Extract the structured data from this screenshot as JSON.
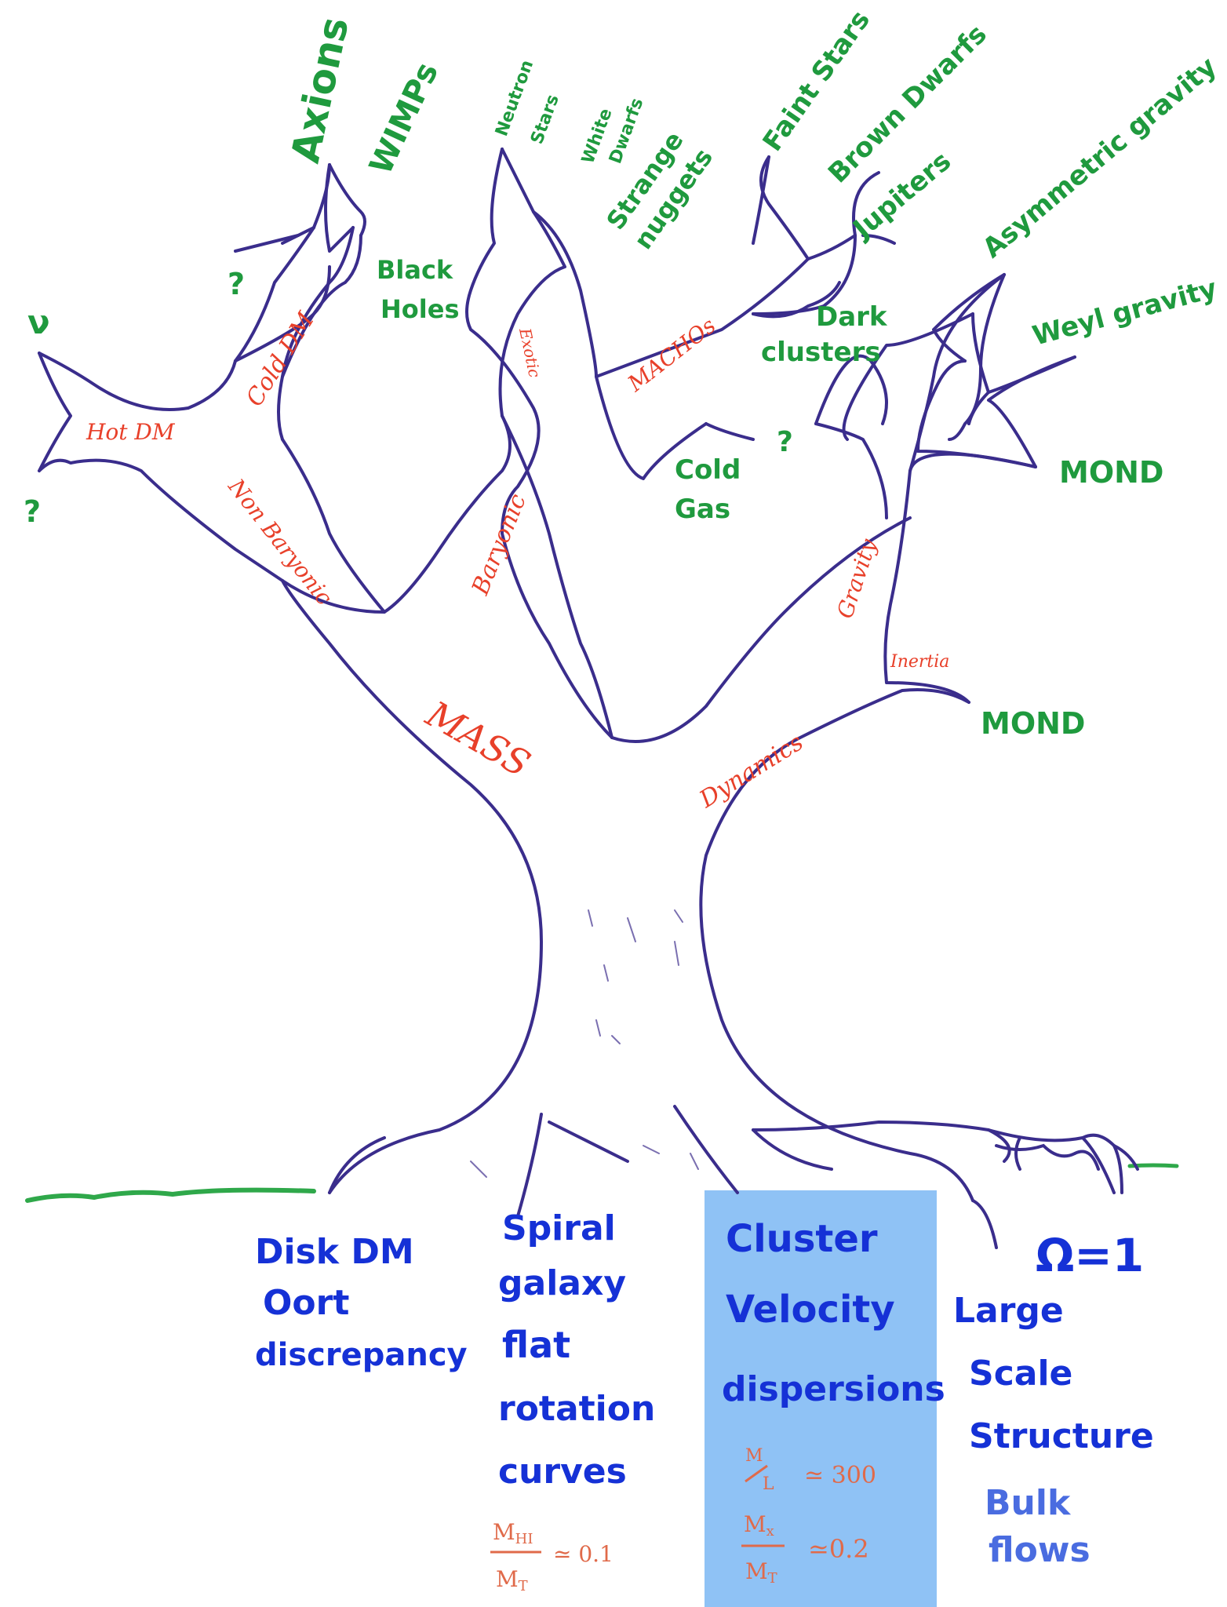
{
  "colors": {
    "tree": "#3a2d8c",
    "branch_label": "#e8402a",
    "leaf_label": "#1f9a3e",
    "root_label": "#1531d6",
    "ratio_label": "#e06a4a",
    "grass": "#2fa84a",
    "highlight": "#8fc2f5"
  },
  "branches": {
    "mass": "MASS",
    "dynamics": "Dynamics",
    "non_baryonic": "Non Baryonic",
    "baryonic": "Baryonic",
    "gravity": "Gravity",
    "inertia": "Inertia",
    "cold_dm": "Cold DM",
    "hot_dm": "Hot DM",
    "exotic": "Exotic",
    "machos": "MACHOs"
  },
  "leaves": {
    "nu": "ν",
    "question_1": "?",
    "question_2": "?",
    "question_3": "?",
    "axions": "Axions",
    "wimps": "WIMPs",
    "black_holes_1": "Black",
    "black_holes_2": "Holes",
    "neutron_stars_1": "Neutron",
    "neutron_stars_2": "Stars",
    "white_dwarfs_1": "White",
    "white_dwarfs_2": "Dwarfs",
    "strange_1": "Strange",
    "strange_2": "nuggets",
    "faint_stars": "Faint Stars",
    "brown_dwarfs": "Brown Dwarfs",
    "jupiters": "Jupiters",
    "dark_clusters_1": "Dark",
    "dark_clusters_2": "clusters",
    "cold_gas_1": "Cold",
    "cold_gas_2": "Gas",
    "asymmetric_gravity": "Asymmetric gravity",
    "weyl_gravity": "Weyl gravity",
    "mond_gravity": "MOND",
    "mond_inertia": "MOND"
  },
  "roots": {
    "disk_dm": [
      "Disk DM",
      "Oort",
      "discrepancy"
    ],
    "spiral": [
      "Spiral",
      "galaxy",
      "flat",
      "rotation",
      "curves"
    ],
    "spiral_ratio": {
      "num": "M",
      "num_sub": "HI",
      "den": "M",
      "den_sub": "T",
      "value": "≃ 0.1"
    },
    "cluster": [
      "Cluster",
      "Velocity",
      "dispersions"
    ],
    "cluster_ml": {
      "num": "M",
      "den": "L",
      "value": "≃ 300"
    },
    "cluster_mx": {
      "num": "M",
      "num_sub": "x",
      "den": "M",
      "den_sub": "T",
      "value": "≃0.2"
    },
    "omega": "Ω=1",
    "large_scale": [
      "Large",
      "Scale",
      "Structure"
    ],
    "bulk_flows": [
      "Bulk",
      "flows"
    ]
  }
}
